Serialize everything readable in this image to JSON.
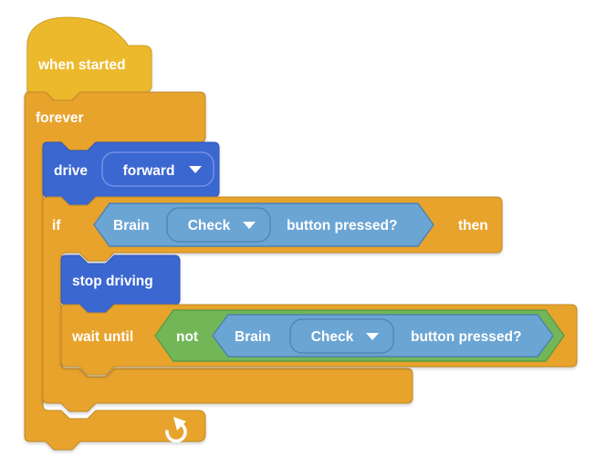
{
  "app": {
    "name": "blocks-workspace",
    "background": "#ffffff"
  },
  "palette": {
    "hat_yellow": "#EDB92C",
    "hat_yellow_border": "#CE9D1E",
    "control_orange": "#E8A32C",
    "control_orange_border": "#C08A25",
    "drivetrain_blue": "#3B67D1",
    "drivetrain_blue_border": "#2F55B5",
    "sensing_blue": "#6BA5D4",
    "sensing_blue_border": "#4C82AE",
    "operator_green": "#72B657",
    "operator_green_border": "#5B9C43",
    "text_white": "#FFFFFF"
  },
  "icons": {
    "dropdown_arrow": "▼",
    "loop_arrow": "↻"
  },
  "script": {
    "when_started": {
      "label": "when started"
    },
    "forever": {
      "label": "forever"
    },
    "drive": {
      "label": "drive",
      "direction_value": "forward"
    },
    "if_block": {
      "label": "if",
      "then_label": "then"
    },
    "brain_pressed_1": {
      "device": "Brain",
      "button_value": "Check",
      "suffix": "button pressed?"
    },
    "stop_driving": {
      "label": "stop driving"
    },
    "wait_until": {
      "label": "wait until"
    },
    "not_operator": {
      "label": "not"
    },
    "brain_pressed_2": {
      "device": "Brain",
      "button_value": "Check",
      "suffix": "button pressed?"
    }
  }
}
